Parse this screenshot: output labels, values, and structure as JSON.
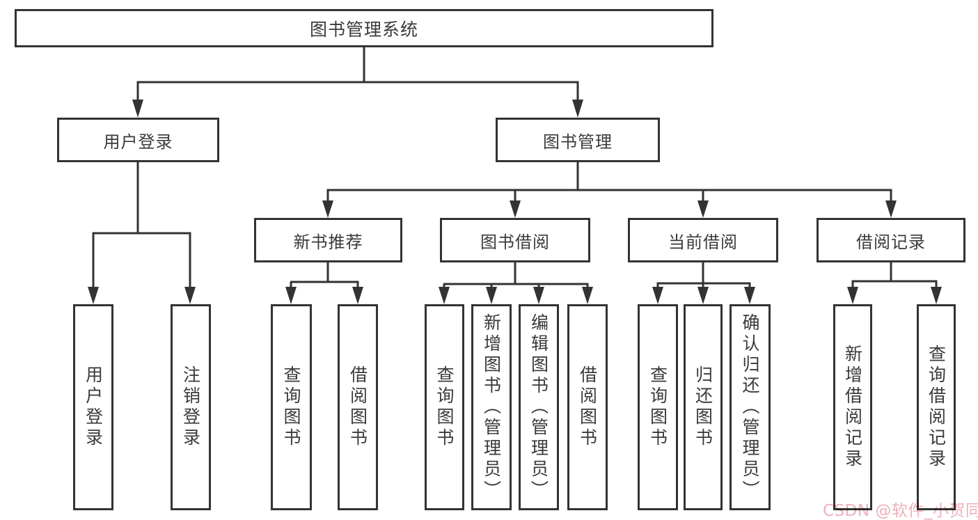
{
  "diagram": {
    "title": "图书管理系统",
    "root": {
      "label": "图书管理系统"
    },
    "branches": [
      {
        "label": "用户登录"
      },
      {
        "label": "图书管理"
      }
    ],
    "modules": [
      {
        "label": "新书推荐"
      },
      {
        "label": "图书借阅"
      },
      {
        "label": "当前借阅"
      },
      {
        "label": "借阅记录"
      }
    ],
    "leaves": [
      {
        "label": "用户登录"
      },
      {
        "label": "注销登录"
      },
      {
        "label": "查询图书"
      },
      {
        "label": "借阅图书"
      },
      {
        "label": "查询图书"
      },
      {
        "label": "新增图书（管理员）"
      },
      {
        "label": "编辑图书（管理员）"
      },
      {
        "label": "借阅图书"
      },
      {
        "label": "查询图书"
      },
      {
        "label": "归还图书"
      },
      {
        "label": "确认归还（管理员）"
      },
      {
        "label": "新增借阅记录"
      },
      {
        "label": "查询借阅记录"
      }
    ]
  },
  "watermark": {
    "text": "CSDN @软件_小贺同学"
  },
  "colors": {
    "line": "#333333",
    "text": "#3a3a3a",
    "watermark_pink": "#eeb0bd",
    "background": "#ffffff"
  }
}
